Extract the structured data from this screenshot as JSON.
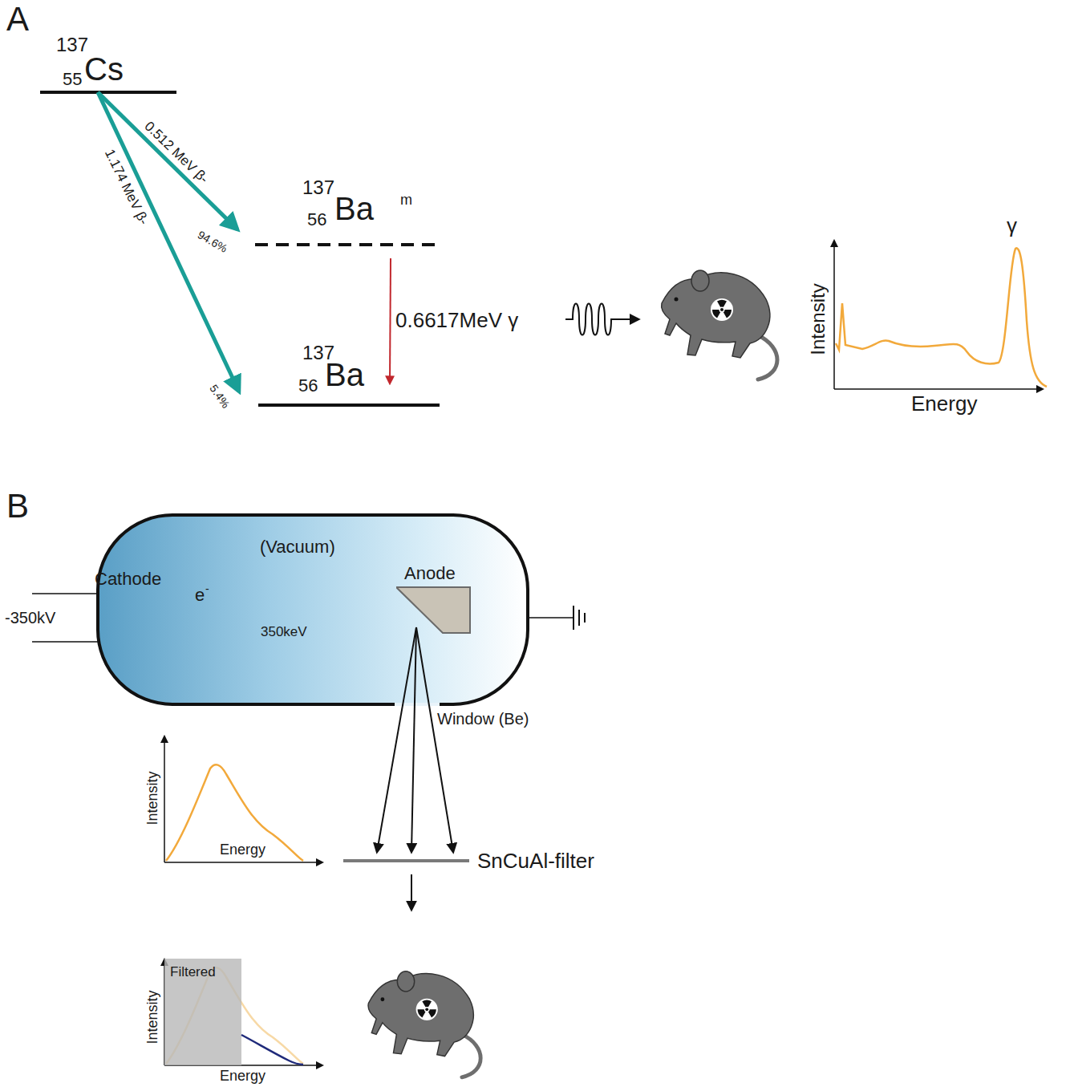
{
  "diagram": {
    "nodes": [
      {
        "text": [
          "(Vacuum)"
        ]
      },
      {
        "text": [
          "Anode"
        ],
        "in": 0
      },
      {
        "text": [
          "SnCuAl-filter"
        ]
      }
    ],
    "edges": [
      {
        "from": 1,
        "to": 2,
        "arrow": "to"
      },
      {
        "from": 1,
        "to": 2,
        "arrow": "to"
      },
      {
        "from": 1,
        "to": 2,
        "arrow": "to"
      }
    ],
    "labels": [
      "A",
      "137",
      "55",
      "Cs",
      "0.512 MeV β-",
      "1.174 MeV β-",
      "94.6%",
      "5.4%",
      "137",
      "56",
      "Ba",
      "m",
      "0.6617MeV γ",
      "137",
      "56",
      "Ba",
      "γ",
      "Intensity",
      "Energy",
      "B",
      "Cathode",
      "-350kV",
      "e",
      "-",
      "350keV",
      "Window (Be)",
      "Intensity",
      "Energy",
      "Filtered",
      "Intensity",
      "Energy"
    ]
  }
}
